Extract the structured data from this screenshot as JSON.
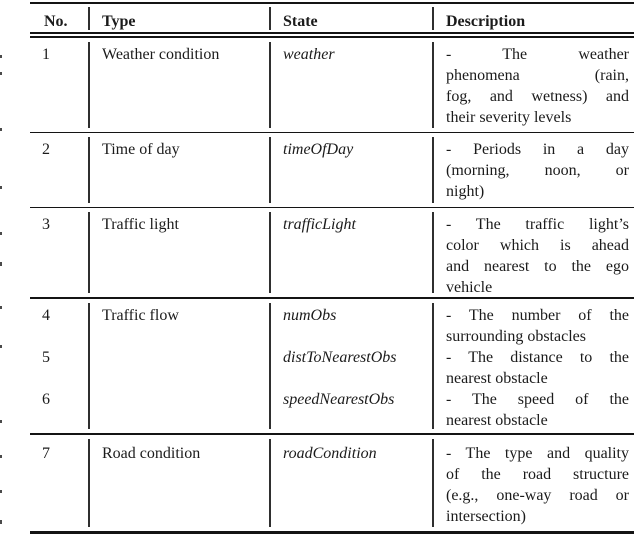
{
  "meta": {
    "background_color": "#ffffff",
    "text_color": "#1b1b1b",
    "rule_color": "#141414"
  },
  "table": {
    "header": {
      "no": "No.",
      "type": "Type",
      "state": "State",
      "description": "Description"
    },
    "rows": [
      {
        "no": "1",
        "type": "Weather condition",
        "entries": [
          {
            "state": "weather",
            "desc_lines": [
              "- The weather",
              "phenomena (rain,",
              "fog, and wetness) and",
              "their severity levels"
            ]
          }
        ]
      },
      {
        "no": "2",
        "type": "Time of day",
        "entries": [
          {
            "state": "timeOfDay",
            "desc_lines": [
              "- Periods in a day",
              "(morning, noon, or",
              "night)"
            ]
          }
        ]
      },
      {
        "no": "3",
        "type": "Traffic light",
        "entries": [
          {
            "state": "trafficLight",
            "desc_lines": [
              "- The traffic light’s",
              "color which is ahead",
              "and nearest to the ego",
              "vehicle"
            ]
          }
        ]
      },
      {
        "type": "Traffic flow",
        "entries": [
          {
            "no": "4",
            "state": "numObs",
            "desc_lines": [
              "- The number of the",
              "surrounding obstacles"
            ]
          },
          {
            "no": "5",
            "state": "distToNearestObs",
            "desc_lines": [
              "- The distance to the",
              "nearest obstacle"
            ]
          },
          {
            "no": "6",
            "state": "speedNearestObs",
            "desc_lines": [
              "- The speed of the",
              "nearest obstacle"
            ]
          }
        ]
      },
      {
        "no": "7",
        "type": "Road condition",
        "entries": [
          {
            "state": "roadCondition",
            "desc_lines": [
              "- The type and quality",
              "of the road structure",
              "(e.g., one-way road or",
              "intersection)"
            ]
          }
        ]
      }
    ]
  }
}
